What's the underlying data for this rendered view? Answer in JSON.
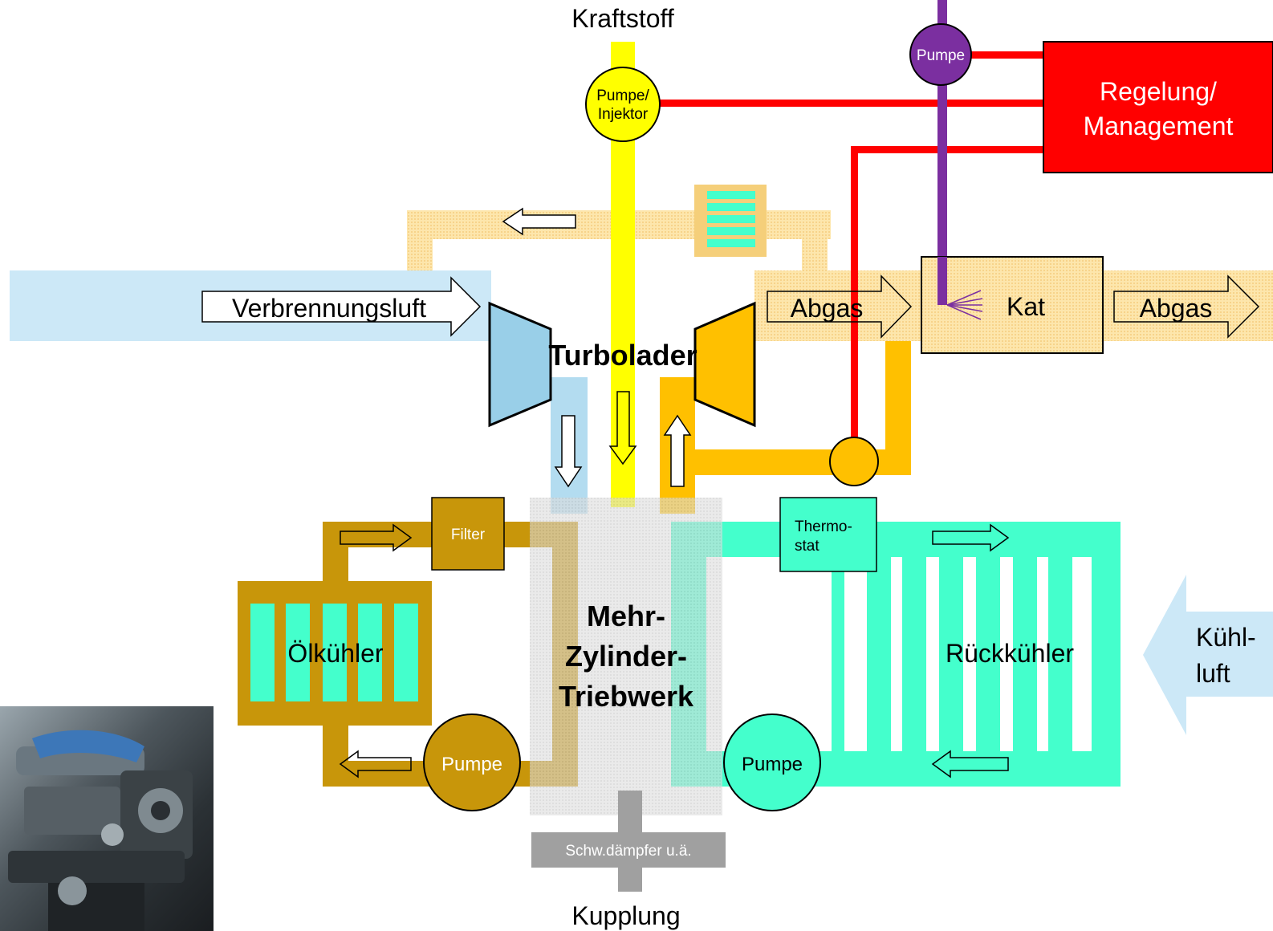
{
  "labels": {
    "kraftstoff": "Kraftstoff",
    "pumpe_injektor_1": "Pumpe/",
    "pumpe_injektor_2": "Injektor",
    "pumpe_top": "Pumpe",
    "regelung_1": "Regelung/",
    "regelung_2": "Management",
    "verbrennungsluft": "Verbrennungsluft",
    "turbolader": "Turbolader",
    "abgas_1": "Abgas",
    "kat": "Kat",
    "abgas_2": "Abgas",
    "filter": "Filter",
    "thermostat_1": "Thermo-",
    "thermostat_2": "stat",
    "engine_1": "Mehr-",
    "engine_2": "Zylinder-",
    "engine_3": "Triebwerk",
    "oelkuehler": "Ölkühler",
    "rueckkuehler": "Rückkühler",
    "kuehlluft_1": "Kühl-",
    "kuehlluft_2": "luft",
    "pumpe_oil": "Pumpe",
    "pumpe_coolant": "Pumpe",
    "schwingungsdaempfer": "Schw.dämpfer u.ä.",
    "kupplung": "Kupplung"
  },
  "colors": {
    "fuel": "#ffff00",
    "control": "#ff0000",
    "control_line": "#ff0000",
    "pump_purple": "#7b2fa0",
    "air": "#cce8f7",
    "compressor": "#99cfe8",
    "exhaust": "#ffc000",
    "exhaust_light": "#fde3a3",
    "oil": "#c8960a",
    "coolant": "#44ffcc",
    "engine": "#d8d8d8",
    "damper": "#a0a0a0"
  }
}
